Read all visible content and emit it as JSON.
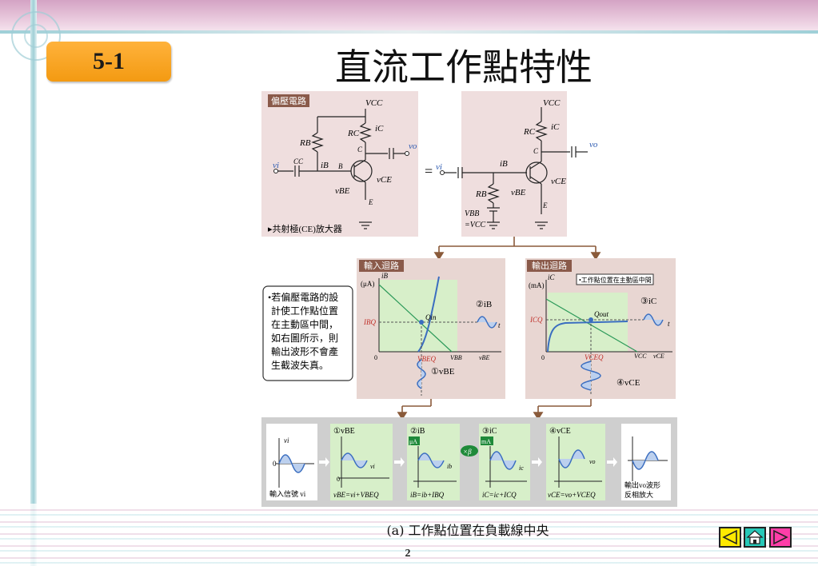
{
  "slide": {
    "section": "5-1",
    "title": "直流工作點特性",
    "caption": "(a) 工作點位置在負載線中央",
    "page": "2"
  },
  "figure": {
    "bias_box_label": "偏壓電路",
    "amp_label": "▸共射極(CE)放大器",
    "input_loop_label": "輸入迴路",
    "output_loop_label": "輸出迴路",
    "note_lines": [
      "•若偏壓電路的設",
      "計使工作點位置",
      "在主動區中間，",
      "如右圖所示，則",
      "輸出波形不會產",
      "生截波失真。"
    ],
    "output_note": "•工作點位置在主動區中間",
    "labels": {
      "vcc": "VCC",
      "rc": "RC",
      "rb": "RB",
      "ic": "iC",
      "ib": "iB",
      "vo": "vo",
      "vi": "vi",
      "cc": "CC",
      "b": "B",
      "c": "C",
      "e": "E",
      "vbe": "vBE",
      "vce": "vCE",
      "vbb": "VBB",
      "eq_vcc": "=VCC",
      "ib_axis": "iB",
      "ua": "(μA)",
      "ibq": "IBQ",
      "qin": "Qin",
      "vbeq": "VBEQ",
      "vbb_axis": "VBB",
      "vbe_axis": "vBE",
      "ic_axis": "iC",
      "ma": "(mA)",
      "icq": "ICQ",
      "qout": "Qout",
      "vceq": "VCEQ",
      "vcc_axis": "VCC",
      "vce_axis": "vCE",
      "s1": "①vBE",
      "s2": "②iB",
      "s3": "③iC",
      "s4": "④vCE",
      "t": "t",
      "zero": "0",
      "ib_small": "ib",
      "ic_small": "ic"
    },
    "strip": {
      "p0_label": "輸入信號 vi",
      "p1_head": "①vBE",
      "p1_eq": "vBE=vi+VBEQ",
      "p2_head": "②iB",
      "p2_unit": "μA",
      "p2_eq": "iB=ib+IBQ",
      "beta": "×β",
      "p3_head": "③iC",
      "p3_unit": "mA",
      "p3_eq": "iC=ic+ICQ",
      "p4_head": "④vCE",
      "p4_eq": "vCE=vo+VCEQ",
      "p5_line1": "輸出vo波形",
      "p5_line2": "反相放大"
    }
  },
  "colors": {
    "badge": "#f39a12",
    "bias_panel": "#efdede",
    "loop_panel": "#e8d6d2",
    "strip_panel": "#cfcfcf",
    "active_region": "#d7efc9",
    "wave": "#3b6ec0",
    "arrow": "#8a5a3a"
  }
}
